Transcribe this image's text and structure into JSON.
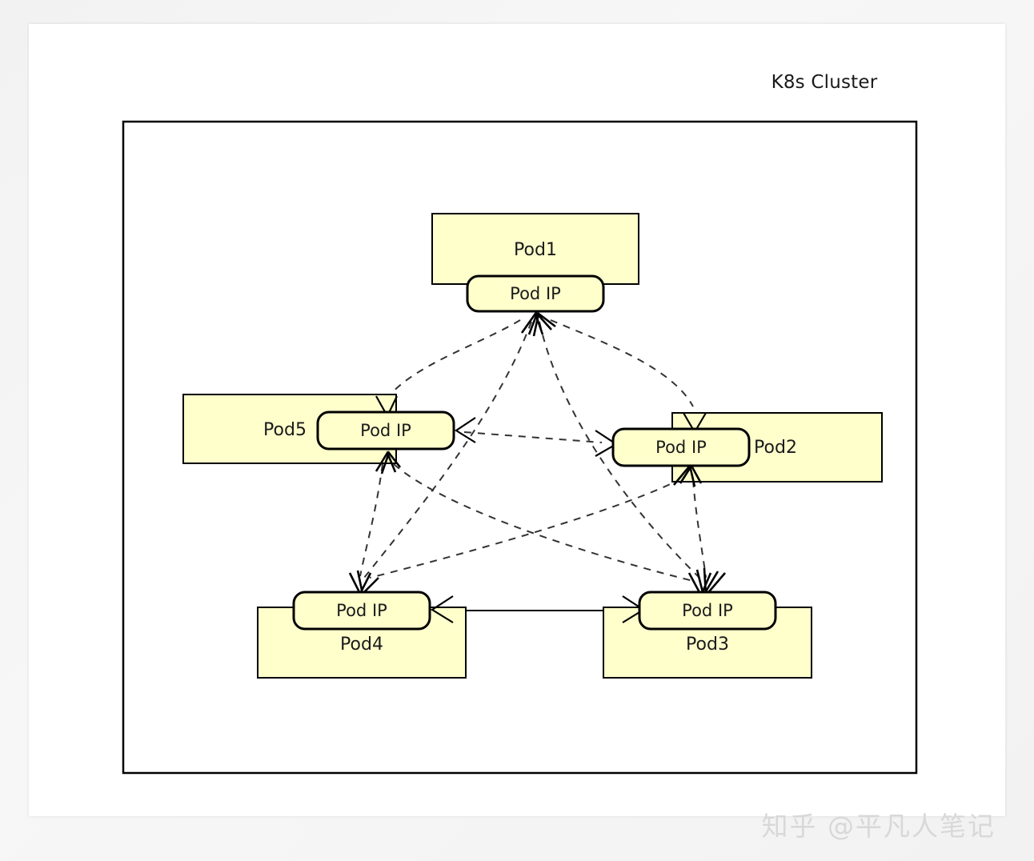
{
  "diagram": {
    "title": "K8s Cluster",
    "frame_label": "cluster-boundary",
    "colors": {
      "node_fill": "#FFFFCC",
      "node_stroke": "#000000",
      "edge_dashed": "#333333",
      "edge_solid": "#000000",
      "page_background": "#FFFFFF",
      "watermark": "#D8D8D8"
    },
    "nodes": [
      {
        "id": "pod1",
        "label": "Pod1",
        "ip_label": "Pod IP",
        "ip_position": "bottom-center"
      },
      {
        "id": "pod2",
        "label": "Pod2",
        "ip_label": "Pod IP",
        "ip_position": "left-edge"
      },
      {
        "id": "pod3",
        "label": "Pod3",
        "ip_label": "Pod IP",
        "ip_position": "top-center"
      },
      {
        "id": "pod4",
        "label": "Pod4",
        "ip_label": "Pod IP",
        "ip_position": "top-center"
      },
      {
        "id": "pod5",
        "label": "Pod5",
        "ip_label": "Pod IP",
        "ip_position": "right-edge"
      }
    ],
    "edges": [
      {
        "from": "pod1",
        "to": "pod5",
        "style": "dashed",
        "arrows": "both"
      },
      {
        "from": "pod1",
        "to": "pod2",
        "style": "dashed",
        "arrows": "both"
      },
      {
        "from": "pod1",
        "to": "pod4",
        "style": "dashed",
        "arrows": "both"
      },
      {
        "from": "pod1",
        "to": "pod3",
        "style": "dashed",
        "arrows": "both"
      },
      {
        "from": "pod5",
        "to": "pod2",
        "style": "dashed",
        "arrows": "both"
      },
      {
        "from": "pod5",
        "to": "pod4",
        "style": "dashed",
        "arrows": "both"
      },
      {
        "from": "pod5",
        "to": "pod3",
        "style": "dashed",
        "arrows": "both"
      },
      {
        "from": "pod2",
        "to": "pod4",
        "style": "dashed",
        "arrows": "both"
      },
      {
        "from": "pod2",
        "to": "pod3",
        "style": "dashed",
        "arrows": "both"
      },
      {
        "from": "pod4",
        "to": "pod3",
        "style": "solid",
        "arrows": "both"
      }
    ]
  },
  "watermark": {
    "text": "知乎 @平凡人笔记"
  }
}
